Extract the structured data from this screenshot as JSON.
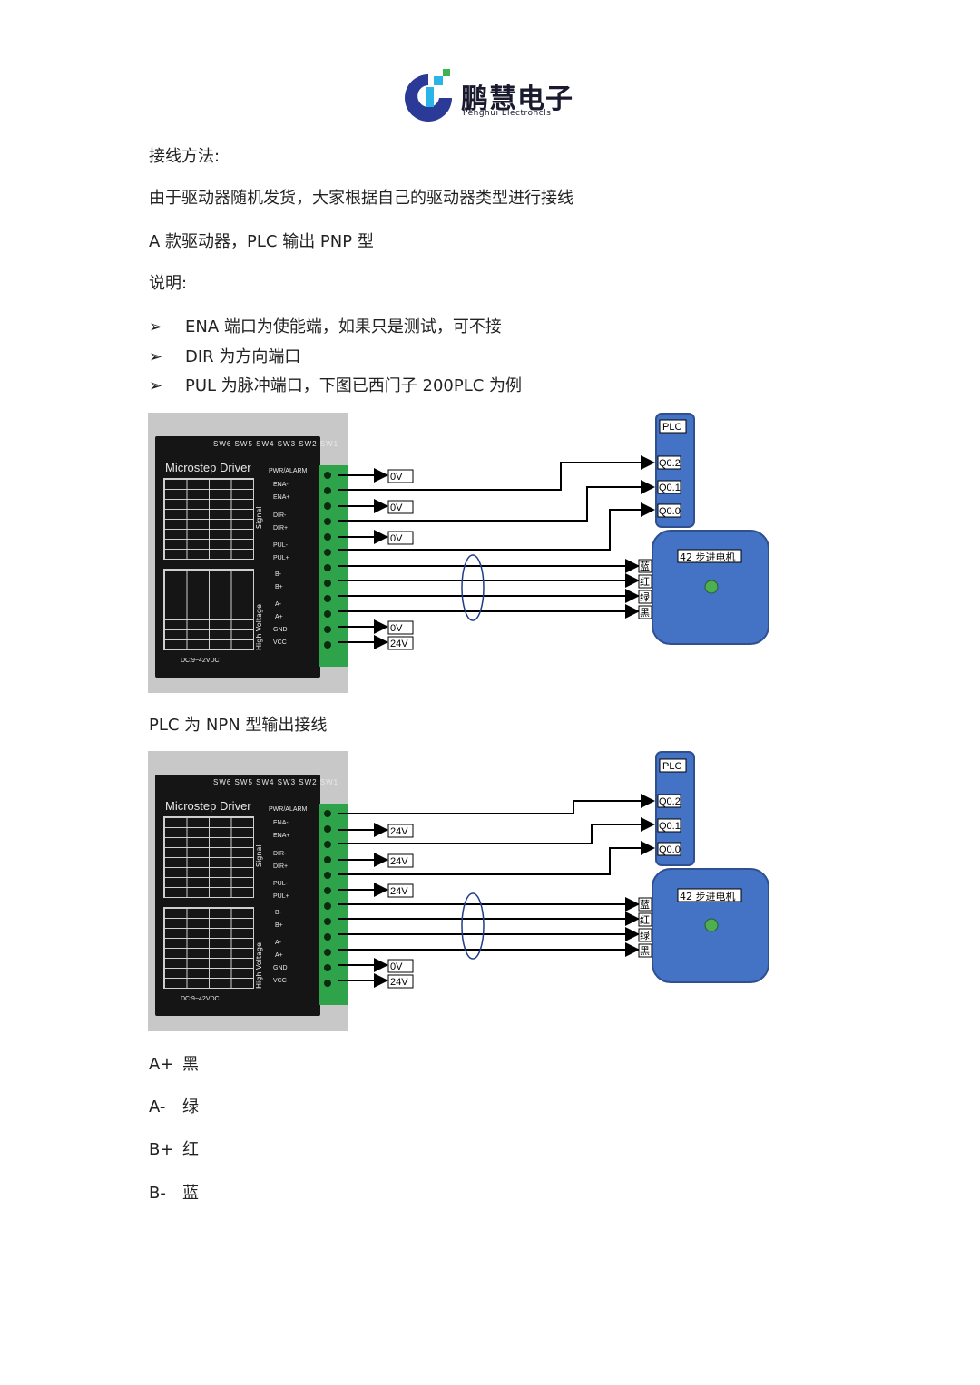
{
  "logo": {
    "name": "鹏慧电子",
    "subtitle": "Penghui Electroncls"
  },
  "paragraphs": {
    "wiring_method": "接线方法:",
    "intro": "由于驱动器随机发货，大家根据自己的驱动器类型进行接线",
    "type_a": "A 款驱动器，PLC 输出 PNP 型",
    "explain": "说明:",
    "npn_heading": "PLC 为 NPN 型输出接线"
  },
  "bullets": [
    "ENA 端口为使能端，如果只是测试，可不接",
    "DIR 为方向端口",
    "PUL 为脉冲端口，下图已西门子 200PLC 为例"
  ],
  "bullet_marker": "➢",
  "driver": {
    "title": "Microstep Driver",
    "switches": "SW6 SW5 SW4 SW3 SW2 SW1",
    "alarm": "PWR/ALARM",
    "signal_label": "Signal",
    "hv_label": "High Voltage",
    "power": "DC:9~42VDC",
    "pins": [
      "ENA-",
      "ENA+",
      "DIR-",
      "DIR+",
      "PUL-",
      "PUL+",
      "B-",
      "B+",
      "A-",
      "A+",
      "GND",
      "VCC"
    ]
  },
  "plc": {
    "label": "PLC",
    "outputs": [
      "Q0.2",
      "Q0.1",
      "Q0.0"
    ]
  },
  "motor": {
    "label": "42 步进电机"
  },
  "wire_colors": [
    "蓝",
    "红",
    "绿",
    "黑"
  ],
  "diagram_pnp": {
    "pin_labels": [
      "0V",
      "0V",
      "0V",
      "0V",
      "24V"
    ]
  },
  "diagram_npn": {
    "pin_labels": [
      "24V",
      "24V",
      "24V",
      "0V",
      "24V"
    ]
  },
  "phase_map": [
    {
      "phase": "A+",
      "color": "黑"
    },
    {
      "phase": "A-",
      "color": "绿"
    },
    {
      "phase": "B+",
      "color": "红"
    },
    {
      "phase": "B-",
      "color": "蓝"
    }
  ],
  "colors": {
    "plc_blue": "#4472c4",
    "plc_border": "#2f4f8f",
    "terminal_green": "#2fa34a",
    "indicator_green": "#4caf50"
  }
}
